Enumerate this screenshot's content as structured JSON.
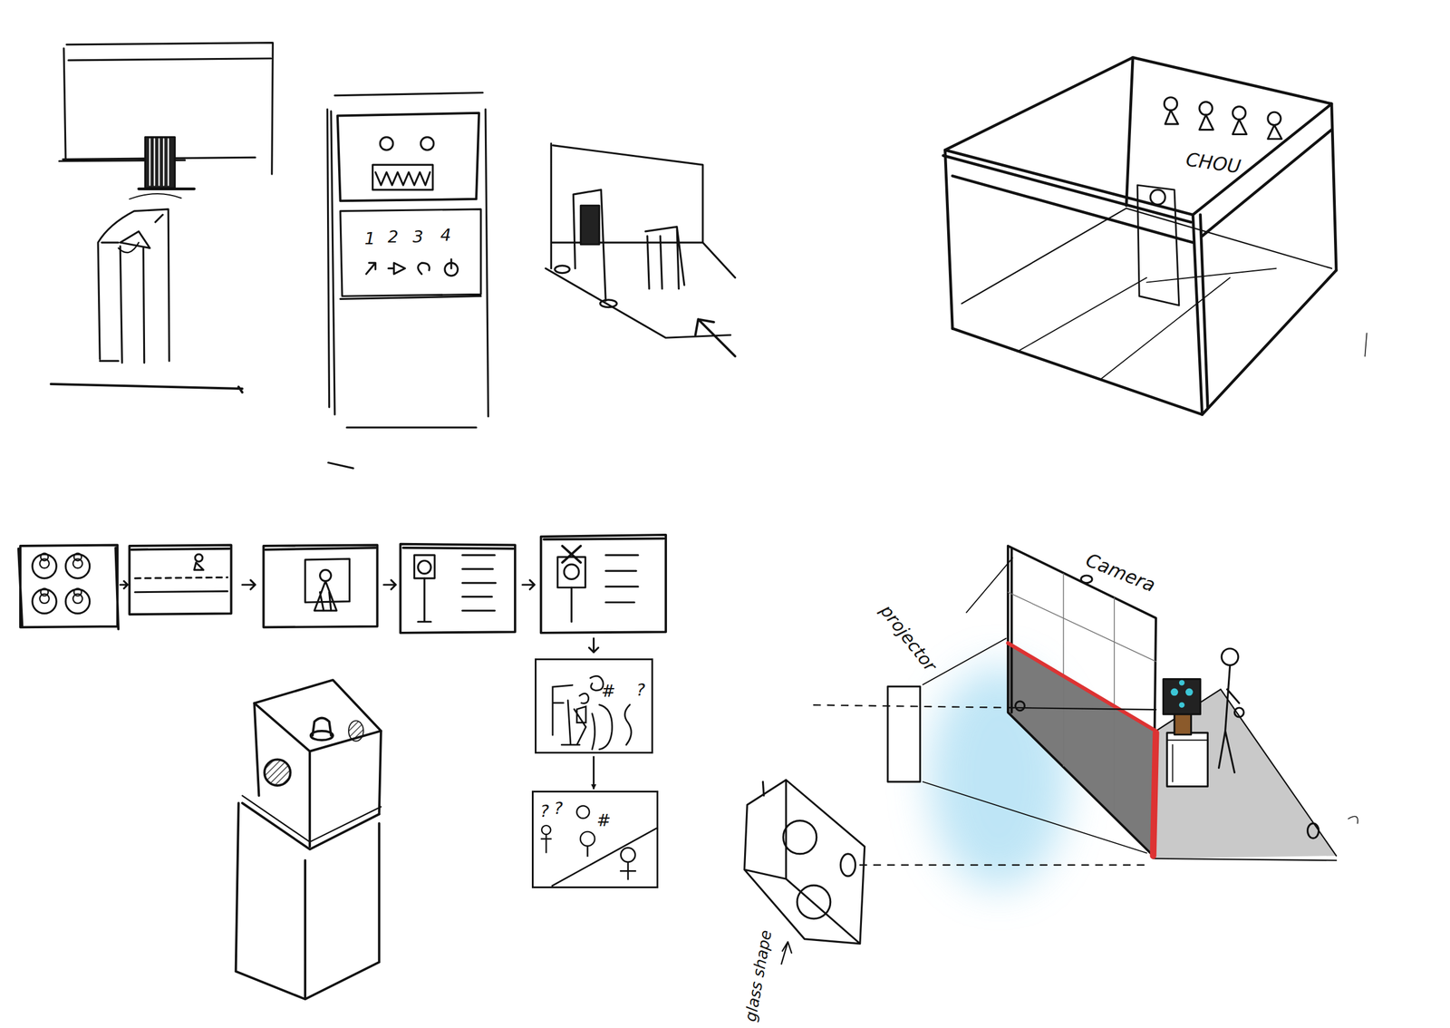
{
  "diagram": {
    "nodes": [
      {
        "text": [
          "#",
          "?"
        ]
      },
      {
        "text": [
          "?",
          "?",
          "#"
        ]
      }
    ],
    "edges": [
      {
        "from": 0,
        "to": 1,
        "arrow": "to"
      }
    ],
    "labels": [
      "1",
      "2",
      "3",
      "4",
      "CHOU",
      "Camera",
      "projector",
      "glass shape"
    ]
  }
}
